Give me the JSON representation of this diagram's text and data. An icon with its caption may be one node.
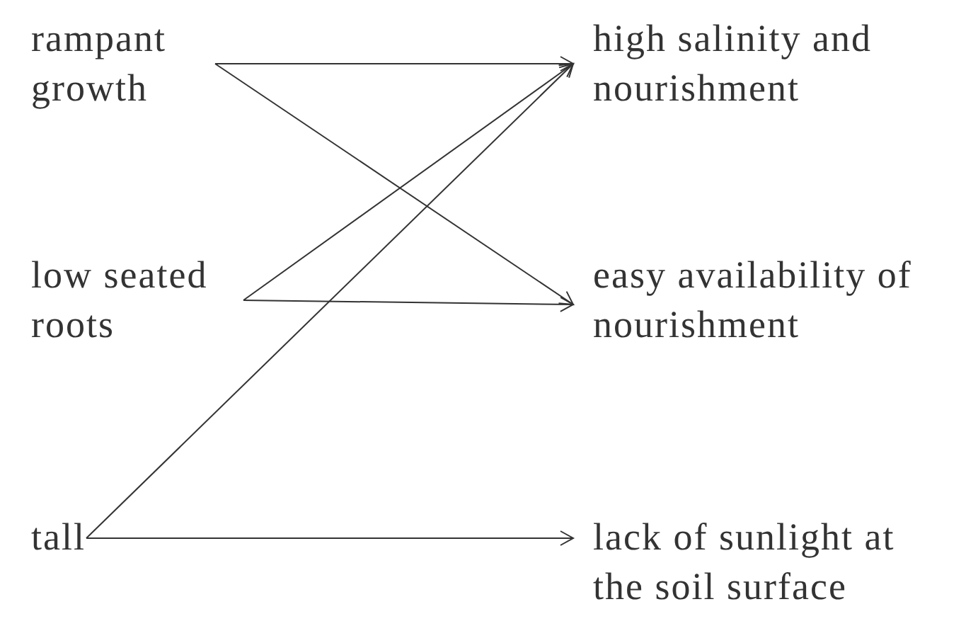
{
  "diagram": {
    "nodes": [
      {
        "text": [
          "rampant growth"
        ]
      },
      {
        "text": [
          "low seated roots"
        ]
      },
      {
        "text": [
          "tall"
        ]
      },
      {
        "text": [
          "high salinity and nourishment"
        ]
      },
      {
        "text": [
          "easy availability of nourishment"
        ]
      },
      {
        "text": [
          "lack of sunlight at the soil surface"
        ]
      }
    ],
    "edges": [
      {
        "from": 0,
        "to": 3,
        "arrow": "to"
      },
      {
        "from": 0,
        "to": 4,
        "arrow": "to"
      },
      {
        "from": 1,
        "to": 3,
        "arrow": "to"
      },
      {
        "from": 1,
        "to": 4,
        "arrow": "to"
      },
      {
        "from": 2,
        "to": 3,
        "arrow": "to"
      },
      {
        "from": 2,
        "to": 5,
        "arrow": "to"
      }
    ]
  }
}
